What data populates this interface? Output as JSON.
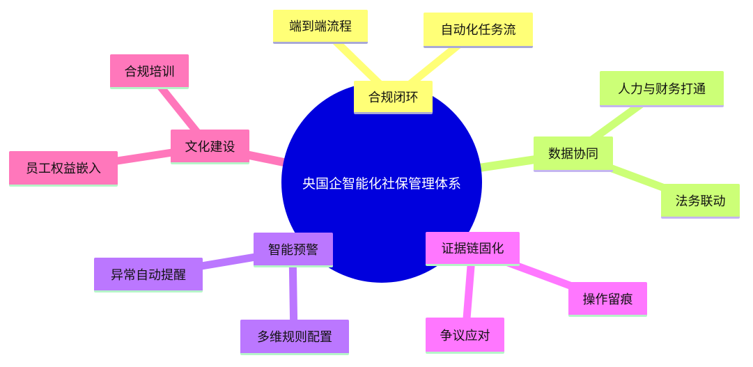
{
  "center": {
    "label": "央国企智能化社保管理体系"
  },
  "colors": {
    "center": "#0000dd",
    "yellow": "#ffff77",
    "green": "#ccff77",
    "magenta": "#ff77ff",
    "purple": "#bb77ff",
    "pink": "#ff77bb"
  },
  "branches": {
    "compliance_loop": {
      "label": "合规闭环",
      "children": [
        "端到端流程",
        "自动化任务流"
      ]
    },
    "data_collab": {
      "label": "数据协同",
      "children": [
        "人力与财务打通",
        "法务联动"
      ]
    },
    "evidence_chain": {
      "label": "证据链固化",
      "children": [
        "操作留痕",
        "争议应对"
      ]
    },
    "smart_alert": {
      "label": "智能预警",
      "children": [
        "异常自动提醒",
        "多维规则配置"
      ]
    },
    "culture": {
      "label": "文化建设",
      "children": [
        "合规培训",
        "员工权益嵌入"
      ]
    }
  }
}
